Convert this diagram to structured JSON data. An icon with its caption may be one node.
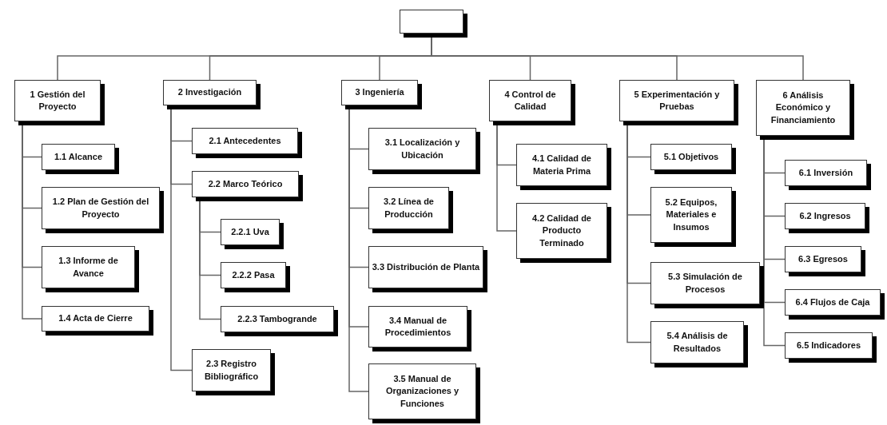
{
  "diagram": {
    "nodes": [
      {
        "text": [],
        "shape": "box"
      },
      {
        "text": [
          "1 Gestión del Proyecto"
        ]
      },
      {
        "text": [
          "1.1 Alcance"
        ]
      },
      {
        "text": [
          "1.2 Plan de Gestión del Proyecto"
        ]
      },
      {
        "text": [
          "1.3 Informe de Avance"
        ]
      },
      {
        "text": [
          "1.4 Acta de Cierre"
        ]
      },
      {
        "text": [
          "2 Investigación"
        ]
      },
      {
        "text": [
          "2.1 Antecedentes"
        ]
      },
      {
        "text": [
          "2.2 Marco Teórico"
        ]
      },
      {
        "text": [
          "2.2.1 Uva"
        ]
      },
      {
        "text": [
          "2.2.2 Pasa"
        ]
      },
      {
        "text": [
          "2.2.3 Tambogrande"
        ]
      },
      {
        "text": [
          "2.3 Registro Bibliográfico"
        ]
      },
      {
        "text": [
          "3 Ingeniería"
        ]
      },
      {
        "text": [
          "3.1 Localización y Ubicación"
        ]
      },
      {
        "text": [
          "3.2 Línea de Producción"
        ]
      },
      {
        "text": [
          "3.3 Distribución de Planta"
        ]
      },
      {
        "text": [
          "3.4 Manual de Procedimientos"
        ]
      },
      {
        "text": [
          "3.5 Manual de Organizaciones y Funciones"
        ]
      },
      {
        "text": [
          "4 Control de Calidad"
        ]
      },
      {
        "text": [
          "4.1 Calidad de Materia Prima"
        ]
      },
      {
        "text": [
          "4.2 Calidad de Producto Terminado"
        ]
      },
      {
        "text": [
          "5 Experimentación y Pruebas"
        ]
      },
      {
        "text": [
          "5.1 Objetivos"
        ]
      },
      {
        "text": [
          "5.2 Equipos, Materiales e Insumos"
        ]
      },
      {
        "text": [
          "5.3 Simulación de Procesos"
        ]
      },
      {
        "text": [
          "5.4 Análisis de Resultados"
        ]
      },
      {
        "text": [
          "6 Análisis Económico y Financiamiento"
        ]
      },
      {
        "text": [
          "6.1 Inversión"
        ]
      },
      {
        "text": [
          "6.2 Ingresos"
        ]
      },
      {
        "text": [
          "6.3 Egresos"
        ]
      },
      {
        "text": [
          "6.4 Flujos de Caja"
        ]
      },
      {
        "text": [
          "6.5 Indicadores"
        ]
      }
    ],
    "edges": [
      {
        "from": 0,
        "to": 1,
        "arrow": "none"
      },
      {
        "from": 0,
        "to": 6,
        "arrow": "none"
      },
      {
        "from": 0,
        "to": 13,
        "arrow": "none"
      },
      {
        "from": 0,
        "to": 19,
        "arrow": "none"
      },
      {
        "from": 0,
        "to": 22,
        "arrow": "none"
      },
      {
        "from": 0,
        "to": 27,
        "arrow": "none"
      },
      {
        "from": 1,
        "to": 2,
        "arrow": "none"
      },
      {
        "from": 1,
        "to": 3,
        "arrow": "none"
      },
      {
        "from": 1,
        "to": 4,
        "arrow": "none"
      },
      {
        "from": 1,
        "to": 5,
        "arrow": "none"
      },
      {
        "from": 6,
        "to": 7,
        "arrow": "none"
      },
      {
        "from": 6,
        "to": 8,
        "arrow": "none"
      },
      {
        "from": 8,
        "to": 9,
        "arrow": "none"
      },
      {
        "from": 8,
        "to": 10,
        "arrow": "none"
      },
      {
        "from": 8,
        "to": 11,
        "arrow": "none"
      },
      {
        "from": 6,
        "to": 12,
        "arrow": "none"
      },
      {
        "from": 13,
        "to": 14,
        "arrow": "none"
      },
      {
        "from": 13,
        "to": 15,
        "arrow": "none"
      },
      {
        "from": 13,
        "to": 16,
        "arrow": "none"
      },
      {
        "from": 13,
        "to": 17,
        "arrow": "none"
      },
      {
        "from": 13,
        "to": 18,
        "arrow": "none"
      },
      {
        "from": 19,
        "to": 20,
        "arrow": "none"
      },
      {
        "from": 19,
        "to": 21,
        "arrow": "none"
      },
      {
        "from": 22,
        "to": 23,
        "arrow": "none"
      },
      {
        "from": 22,
        "to": 24,
        "arrow": "none"
      },
      {
        "from": 22,
        "to": 25,
        "arrow": "none"
      },
      {
        "from": 22,
        "to": 26,
        "arrow": "none"
      },
      {
        "from": 27,
        "to": 28,
        "arrow": "none"
      },
      {
        "from": 27,
        "to": 29,
        "arrow": "none"
      },
      {
        "from": 27,
        "to": 30,
        "arrow": "none"
      },
      {
        "from": 27,
        "to": 31,
        "arrow": "none"
      },
      {
        "from": 27,
        "to": 32,
        "arrow": "none"
      }
    ]
  }
}
